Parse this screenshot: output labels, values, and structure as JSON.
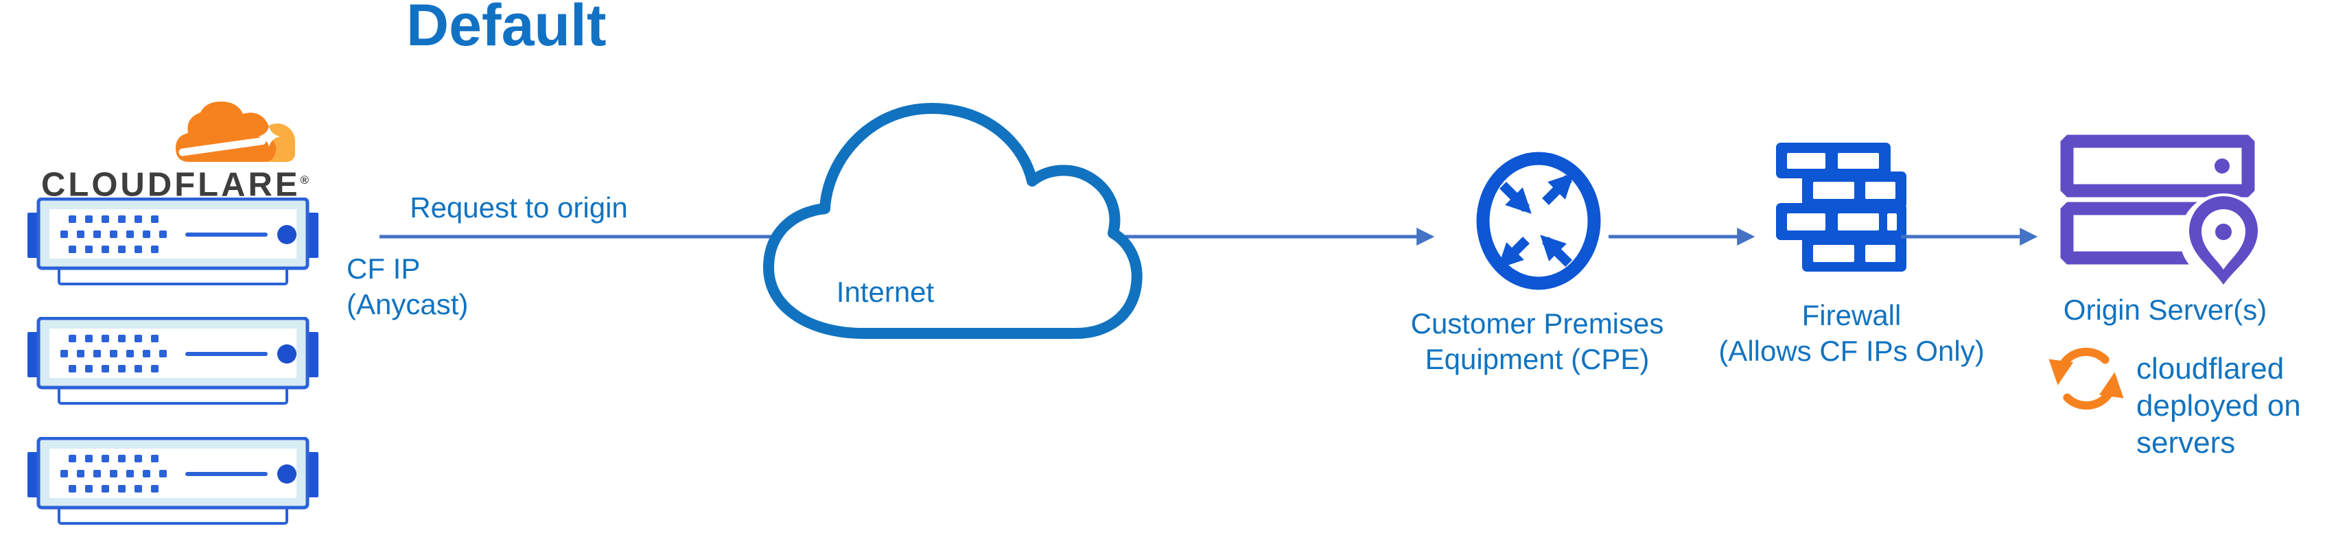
{
  "title": "Default",
  "brand": {
    "wordmark": "CLOUDFLARE",
    "registered": "®"
  },
  "edges": {
    "request_label": "Request to origin"
  },
  "nodes": {
    "cloudflare_edge": {
      "ip_label_line1": "CF IP",
      "ip_label_line2": "(Anycast)",
      "server_count": 3
    },
    "internet": {
      "label": "Internet"
    },
    "cpe": {
      "label_line1": "Customer Premises",
      "label_line2": "Equipment (CPE)"
    },
    "firewall": {
      "label_line1": "Firewall",
      "label_line2": "(Allows CF IPs Only)"
    },
    "origin": {
      "label": "Origin Server(s)",
      "note_line1": "cloudflared",
      "note_line2": "deployed on",
      "note_line3": "servers"
    }
  },
  "icons": {
    "brand": "cloudflare-cloud-icon",
    "edge": "rack-server-icon",
    "internet": "cloud-icon",
    "cpe": "router-crossed-arrows-icon",
    "firewall": "brick-wall-icon",
    "origin": "server-stack-with-location-pin-icon",
    "cloudflared": "sync-arrows-icon"
  },
  "colors": {
    "text_blue": "#1173C0",
    "title_blue": "#1172C4",
    "flow_arrow_blue": "#4472C4",
    "icon_blue": "#0D56D4",
    "server_stroke_blue": "#2A62D8",
    "server_fill_cyan": "#D8ECF3",
    "origin_purple": "#5F4DC6",
    "brand_orange": "#F6821F",
    "brand_orange_light": "#FBAD41",
    "wordmark_gray": "#3E3E40"
  }
}
